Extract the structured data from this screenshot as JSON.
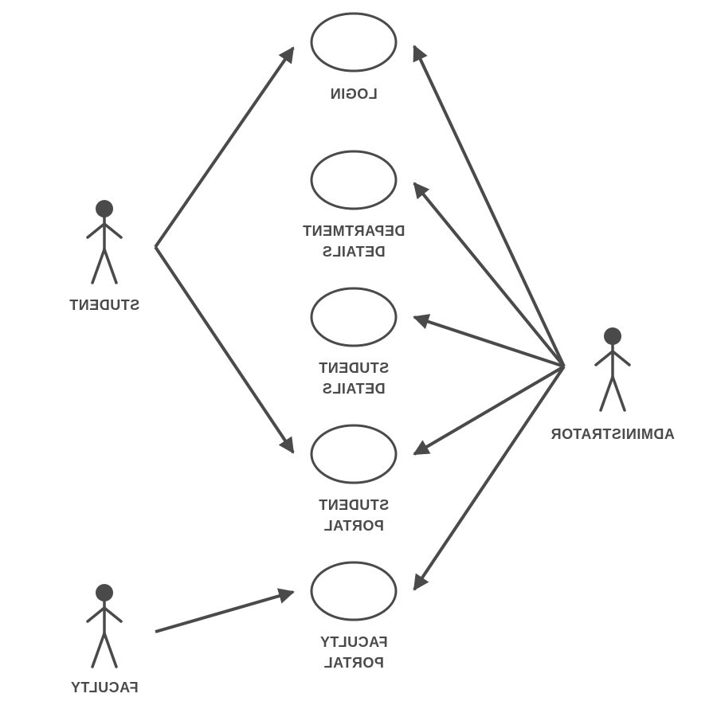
{
  "diagram": {
    "actors": [
      {
        "id": "student",
        "label": "STUDENT"
      },
      {
        "id": "administrator",
        "label": "ADMINISTRATOR"
      },
      {
        "id": "faculty",
        "label": "FACULTY"
      }
    ],
    "use_cases": [
      {
        "id": "login",
        "lines": [
          "LOGIN"
        ]
      },
      {
        "id": "department-details",
        "lines": [
          "DEPARTMENT",
          "DETAILS"
        ]
      },
      {
        "id": "student-details",
        "lines": [
          "STUDENT",
          "DETAILS"
        ]
      },
      {
        "id": "student-portal",
        "lines": [
          "STUDENT",
          "PORTAL"
        ]
      },
      {
        "id": "faculty-portal",
        "lines": [
          "FACULTY",
          "PORTAL"
        ]
      }
    ],
    "associations": [
      {
        "from": "student",
        "to": "login"
      },
      {
        "from": "student",
        "to": "student-portal"
      },
      {
        "from": "administrator",
        "to": "login"
      },
      {
        "from": "administrator",
        "to": "department-details"
      },
      {
        "from": "administrator",
        "to": "student-details"
      },
      {
        "from": "administrator",
        "to": "student-portal"
      },
      {
        "from": "administrator",
        "to": "faculty-portal"
      },
      {
        "from": "faculty",
        "to": "faculty-portal"
      }
    ]
  }
}
